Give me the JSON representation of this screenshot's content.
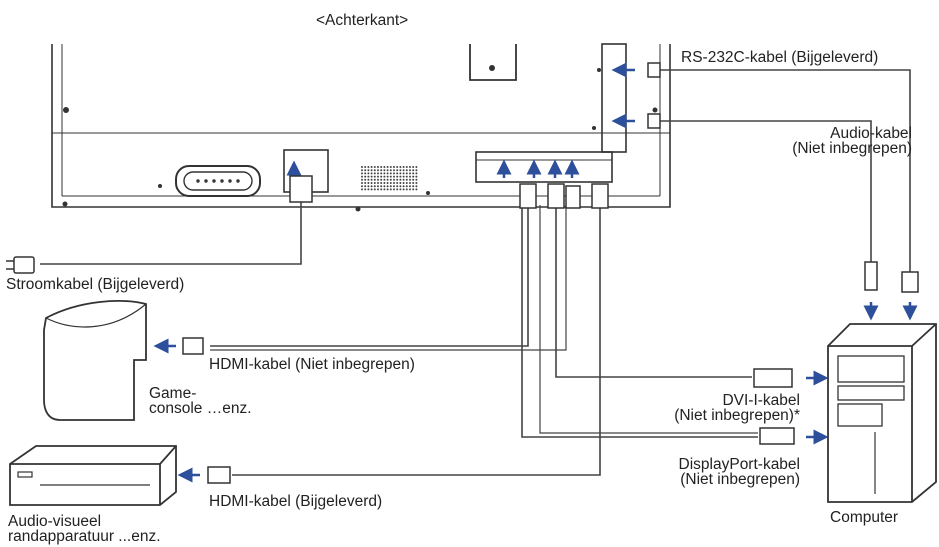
{
  "header": {
    "title": "<Achterkant>"
  },
  "labels": {
    "rs232c": "RS-232C-kabel (Bijgeleverd)",
    "audio_line1": "Audio-kabel",
    "audio_line2": "(Niet inbegrepen)",
    "power": "Stroomkabel (Bijgeleverd)",
    "hdmi_game": "HDMI-kabel (Niet inbegrepen)",
    "game_line1": "Game-",
    "game_line2": "console …enz.",
    "dvi_line1": "DVI-I-kabel",
    "dvi_line2": "(Niet inbegrepen)*",
    "dp_line1": "DisplayPort-kabel",
    "dp_line2": "(Niet inbegrepen)",
    "hdmi_av": "HDMI-kabel (Bijgeleverd)",
    "av_line1": "Audio-visueel",
    "av_line2": "randapparatuur ...enz.",
    "computer": "Computer"
  },
  "colors": {
    "arrow": "#2d4f9c",
    "line": "#3a3a3a",
    "cable": "#444444"
  }
}
